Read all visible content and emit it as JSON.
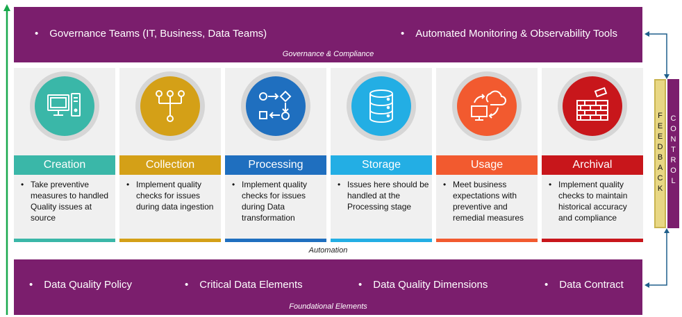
{
  "governance": {
    "bullets": [
      "Governance Teams (IT, Business, Data Teams)",
      "Automated Monitoring & Observability Tools"
    ],
    "caption": "Governance & Compliance"
  },
  "stages": [
    {
      "title": "Creation",
      "description": "Take preventive measures to handled Quality issues at source",
      "color": "#3ab7a8",
      "icon": "computer-icon"
    },
    {
      "title": "Collection",
      "description": "Implement quality checks for issues during data ingestion",
      "color": "#d4a017",
      "icon": "hierarchy-icon"
    },
    {
      "title": "Processing",
      "description": "Implement quality checks for issues during Data transformation",
      "color": "#1f6fbf",
      "icon": "process-flow-icon"
    },
    {
      "title": "Storage",
      "description": "Issues here should be handled at the Processing stage",
      "color": "#23aee4",
      "icon": "database-icon"
    },
    {
      "title": "Usage",
      "description": "Meet business expectations with preventive and remedial measures",
      "color": "#f25a2f",
      "icon": "cloud-sync-icon"
    },
    {
      "title": "Archival",
      "description": "Implement quality checks to maintain historical accuracy and compliance",
      "color": "#c8161b",
      "icon": "brick-wall-icon"
    }
  ],
  "automation": "Automation",
  "foundation": {
    "bullets": [
      "Data Quality Policy",
      "Critical Data Elements",
      "Data Quality Dimensions",
      "Data Contract"
    ],
    "caption": "Foundational Elements"
  },
  "feedback": [
    "F",
    "E",
    "E",
    "D",
    "B",
    "A",
    "C",
    "K"
  ],
  "control": [
    "C",
    "O",
    "N",
    "T",
    "R",
    "O",
    "L"
  ],
  "colors": {
    "band": "#7b1e6d",
    "arrow": "#17a84b",
    "connector": "#1f5f8b"
  }
}
